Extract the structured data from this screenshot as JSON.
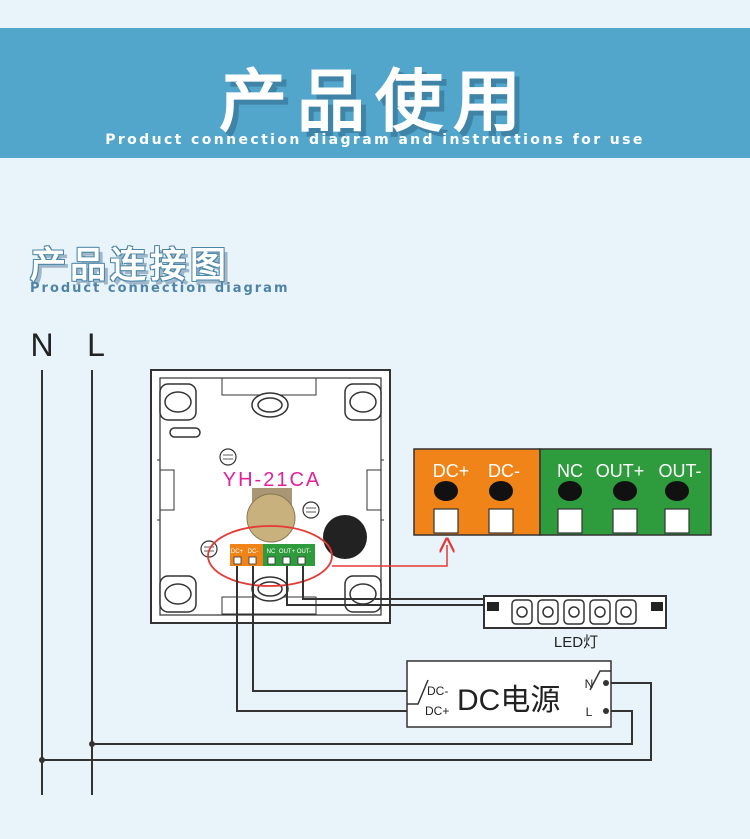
{
  "banner": {
    "title": "产品使用",
    "subtitle": "Product connection diagram and instructions for use"
  },
  "section": {
    "title": "产品连接图",
    "subtitle": "Product connection diagram"
  },
  "diagram": {
    "line_labels": {
      "neutral": "N",
      "live": "L"
    },
    "device_model": "YH-21CA",
    "small_terminals": [
      "DC+",
      "DC-",
      "NC",
      "OUT+",
      "OUT-"
    ],
    "enlarged_dc_terminals": {
      "dc_plus": "DC+",
      "dc_minus": "DC-"
    },
    "enlarged_out_terminals": {
      "nc": "NC",
      "out_plus": "OUT+",
      "out_minus": "OUT-"
    },
    "led_label": "LED灯",
    "power_supply": {
      "label": "DC电源",
      "dc_minus": "DC-",
      "dc_plus": "DC+",
      "n": "N",
      "l": "L"
    },
    "colors": {
      "orange_block": "#f08419",
      "green_block": "#2e9b3d",
      "highlight_red": "#e53935",
      "model_text": "#e0219a",
      "banner": "#52a6cc"
    }
  }
}
